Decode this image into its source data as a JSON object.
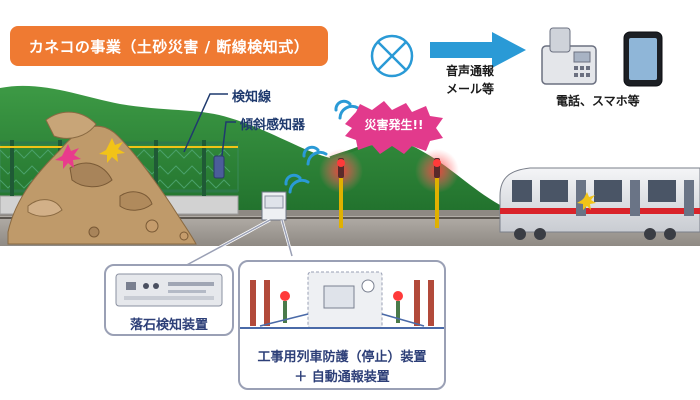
{
  "title": "カネコの事業（土砂災害 / 断線検知式）",
  "labels": {
    "detection_wire": "検知線",
    "tilt_sensor": "傾斜感知器",
    "disaster": "災害発生!!",
    "notification": [
      "音声通報",
      "メール等"
    ],
    "devices": "電話、スマホ等",
    "rockfall_device": "落石検知装置",
    "train_protection": [
      "工事用列車防護（停止）装置",
      "＋ 自動通報装置"
    ]
  },
  "colors": {
    "title_bg": "#ef7a32",
    "hill": "#2f8b3a",
    "arrow": "#2a9ad6",
    "disaster_badge": "#e23a8c",
    "train_stripe": "#d9232a",
    "label_text": "#1f3a6e"
  },
  "icons": [
    "antenna-icon",
    "arrow-icon",
    "phone-icon",
    "smartphone-icon",
    "signal-wave-icon",
    "signal-light-icon"
  ]
}
